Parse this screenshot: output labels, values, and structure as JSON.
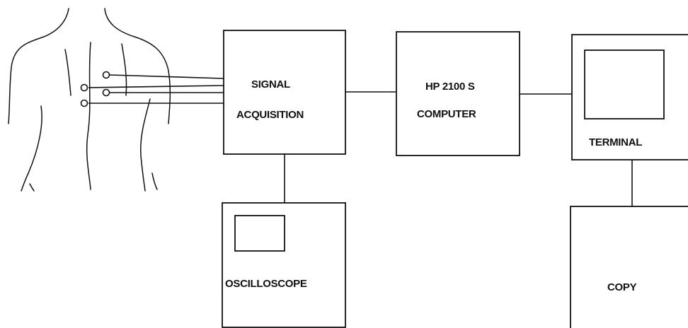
{
  "blocks": {
    "signal_acquisition": {
      "line1": "SIGNAL",
      "line2": "ACQUISITION"
    },
    "computer": {
      "line1": "HP 2100 S",
      "line2": "COMPUTER"
    },
    "terminal": {
      "label": "TERMINAL"
    },
    "oscilloscope": {
      "label": "OSCILLOSCOPE"
    },
    "copy": {
      "label": "COPY"
    }
  },
  "colors": {
    "ink": "#111111",
    "background": "#ffffff"
  }
}
